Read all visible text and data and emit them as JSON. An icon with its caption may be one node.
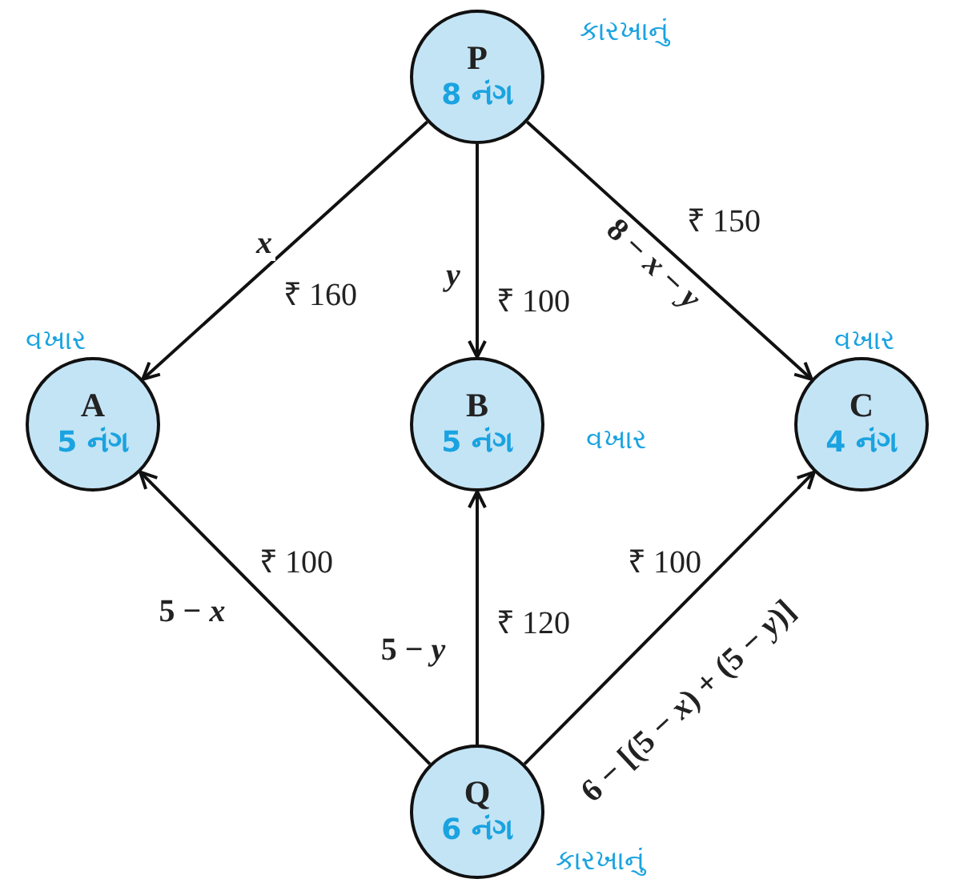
{
  "diagram": {
    "nodes": [
      {
        "text": [
          "P",
          "8 નંગ"
        ],
        "beside": [
          "કારખાનું"
        ]
      },
      {
        "text": [
          "A",
          "5 નંગ"
        ],
        "beside": [
          "વખાર"
        ]
      },
      {
        "text": [
          "B",
          "5 નંગ"
        ],
        "beside": [
          "વખાર"
        ]
      },
      {
        "text": [
          "C",
          "4 નંગ"
        ],
        "beside": [
          "વખાર"
        ]
      },
      {
        "text": [
          "Q",
          "6 નંગ"
        ],
        "beside": [
          "કારખાનું"
        ]
      }
    ],
    "edges": [
      {
        "from": 0,
        "to": 1,
        "arrow": "to",
        "label": "x"
      },
      {
        "from": 0,
        "to": 2,
        "arrow": "to",
        "label": "y"
      },
      {
        "from": 0,
        "to": 3,
        "arrow": "to",
        "label": "8 − *x* − *y*"
      },
      {
        "from": 4,
        "to": 1,
        "arrow": "to",
        "label": "5 − *x*"
      },
      {
        "from": 4,
        "to": 2,
        "arrow": "to",
        "label": "5 − *y*"
      },
      {
        "from": 4,
        "to": 3,
        "arrow": "to",
        "label": "6 − [(5 − *x*) + (5 − *y*)]"
      }
    ],
    "labels": [
      "₹ 160",
      "₹ 100",
      "₹ 150",
      "₹ 100",
      "₹ 120",
      "₹ 100"
    ]
  }
}
